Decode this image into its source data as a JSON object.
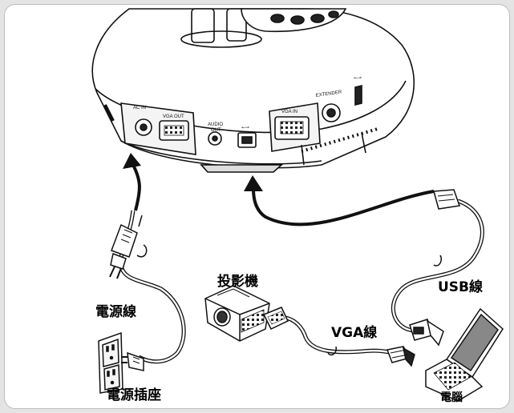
{
  "ports": {
    "ac_in": "AC IN",
    "vga_out": "VGA OUT",
    "audio_out_line1": "AUDIO",
    "audio_out_line2": "OUT",
    "vga_in": "VGA IN",
    "extender": "EXTENDER"
  },
  "labels": {
    "projector": "投影機",
    "usb_cable": "USB線",
    "power_cable": "電源線",
    "vga_cable": "VGA線",
    "power_outlet": "電源插座",
    "computer": "電腦"
  },
  "colors": {
    "background": "#ffffff",
    "frame_border": "#bdbdbd",
    "line": "#111111",
    "cable_fill": "#ffffff"
  }
}
